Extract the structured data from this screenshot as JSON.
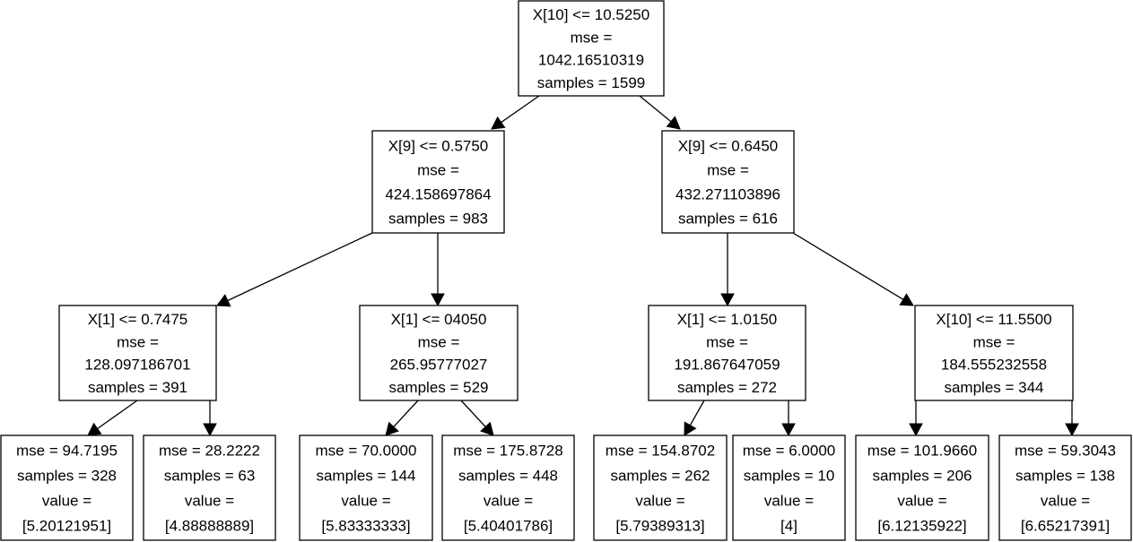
{
  "tree": {
    "nodes": [
      {
        "id": "root",
        "lines": [
          "X[10] <= 10.5250",
          "mse =",
          "1042.16510319",
          "samples = 1599"
        ]
      },
      {
        "id": "l",
        "lines": [
          "X[9] <= 0.5750",
          "mse =",
          "424.158697864",
          "samples = 983"
        ]
      },
      {
        "id": "r",
        "lines": [
          "X[9] <= 0.6450",
          "mse =",
          "432.271103896",
          "samples = 616"
        ]
      },
      {
        "id": "ll",
        "lines": [
          "X[1] <= 0.7475",
          "mse =",
          "128.097186701",
          "samples = 391"
        ]
      },
      {
        "id": "lr",
        "lines": [
          "X[1] <= 04050",
          "mse =",
          "265.95777027",
          "samples = 529"
        ]
      },
      {
        "id": "rl",
        "lines": [
          "X[1] <= 1.0150",
          "mse =",
          "191.867647059",
          "samples = 272"
        ]
      },
      {
        "id": "rr",
        "lines": [
          "X[10] <= 11.5500",
          "mse =",
          "184.555232558",
          "samples = 344"
        ]
      },
      {
        "id": "lll",
        "lines": [
          "mse = 94.7195",
          "samples = 328",
          "value =",
          "[5.20121951]"
        ]
      },
      {
        "id": "llr",
        "lines": [
          "mse = 28.2222",
          "samples = 63",
          "value =",
          "[4.88888889]"
        ]
      },
      {
        "id": "lrl",
        "lines": [
          "mse = 70.0000",
          "samples = 144",
          "value =",
          "[5.83333333]"
        ]
      },
      {
        "id": "lrr",
        "lines": [
          "mse = 175.8728",
          "samples = 448",
          "value =",
          "[5.40401786]"
        ]
      },
      {
        "id": "rll",
        "lines": [
          "mse = 154.8702",
          "samples = 262",
          "value =",
          "[5.79389313]"
        ]
      },
      {
        "id": "rlr",
        "lines": [
          "mse = 6.0000",
          "samples = 10",
          "value =",
          "[4]"
        ]
      },
      {
        "id": "rrl",
        "lines": [
          "mse = 101.9660",
          "samples = 206",
          "value =",
          "[6.12135922]"
        ]
      },
      {
        "id": "rrr",
        "lines": [
          "mse = 59.3043",
          "samples = 138",
          "value =",
          "[6.65217391]"
        ]
      }
    ],
    "edges": [
      [
        "root",
        "l"
      ],
      [
        "root",
        "r"
      ],
      [
        "l",
        "ll"
      ],
      [
        "l",
        "lr"
      ],
      [
        "r",
        "rl"
      ],
      [
        "r",
        "rr"
      ],
      [
        "ll",
        "lll"
      ],
      [
        "ll",
        "llr"
      ],
      [
        "lr",
        "lrl"
      ],
      [
        "lr",
        "lrr"
      ],
      [
        "rl",
        "rll"
      ],
      [
        "rl",
        "rlr"
      ],
      [
        "rr",
        "rrl"
      ],
      [
        "rr",
        "rrr"
      ]
    ]
  }
}
